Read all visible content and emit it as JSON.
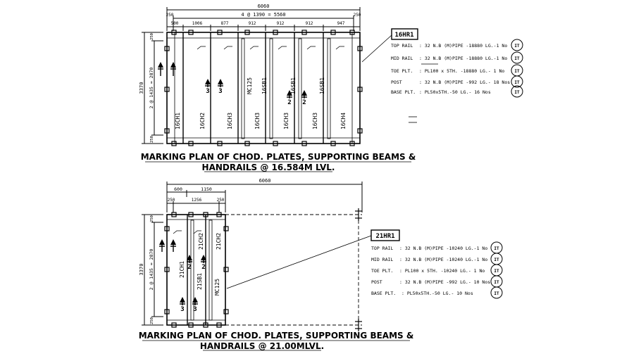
{
  "plan1": {
    "title_line1": "MARKING PLAN OF CHOD. PLATES, SUPPORTING BEAMS &",
    "title_line2": "HANDRAILS @ 16.584M LVL.",
    "dim_overall": "6060",
    "dim_spacing": "4 @ 1390 = 5560",
    "dim_left": "250",
    "dim_right": "250",
    "bay_dims": [
      "500",
      "1006",
      "877",
      "912",
      "912",
      "912",
      "947"
    ],
    "dim_height": "3370",
    "dim_height_inner": "2 @ 1435 = 2870",
    "dim_top_small": "250",
    "dim_bot_small": "250",
    "panel_labels": [
      "16CH1",
      "16CH2",
      "16CH3",
      "16CH3",
      "16CH3",
      "16CH3",
      "16CH4"
    ],
    "beam_labels": [
      "MC125",
      "16SB1",
      "16SB1",
      "16SB1"
    ],
    "section_marks": [
      "3",
      "3",
      "2",
      "2"
    ],
    "tag": "16HR1",
    "spec_rows": [
      {
        "label": "TOP RAIL",
        "text": ": 32 N.B (M)PIPE -18880 LG.-1 No",
        "badge": "IT"
      },
      {
        "label": "MID RAIL",
        "text": ": 32 N.B (M)PIPE -18880 LG.-1 No",
        "badge": "IT"
      },
      {
        "label": "TOE PLT.",
        "text": ": PL100 x 5TH. -18880 LG.- 1 No",
        "badge": "IT"
      },
      {
        "label": "POST",
        "text": ": 32 N.B (M)PIPE -992 LG.- 18 Nos",
        "badge": "IT"
      },
      {
        "label": "BASE PLT.",
        "text": ": PL50x5TH.-50 LG.- 16 Nos",
        "badge": "IT"
      }
    ]
  },
  "plan2": {
    "title_line1": "MARKING PLAN OF CHOD. PLATES, SUPPORTING BEAMS &",
    "title_line2": "HANDRAILS @ 21.00MLVL.",
    "dim_overall": "6060",
    "dim_a": "600",
    "dim_b": "1150",
    "dim_left": "250",
    "dim_mid": "1256",
    "dim_right": "250",
    "dim_height": "3370",
    "dim_height_inner": "2 @ 1435 = 2870",
    "dim_top_small": "250",
    "dim_bot_small": "250",
    "panel_labels": [
      "21CH1",
      "21CH2",
      "21CH2"
    ],
    "beam_labels": [
      "21SB1",
      "MC125"
    ],
    "section_marks": [
      "2",
      "2",
      "3",
      "3"
    ],
    "tag": "21HR1",
    "spec_rows": [
      {
        "label": "TOP RAIL",
        "text": ": 32 N.B (M)PIPE -10240 LG.-1 No",
        "badge": "IT"
      },
      {
        "label": "MID RAIL",
        "text": ": 32 N.B (M)PIPE -10240 LG.-1 No",
        "badge": "IT"
      },
      {
        "label": "TOE PLT.",
        "text": ": PL100 x 5TH. -10240 LG.- 1 No",
        "badge": "IT"
      },
      {
        "label": "POST",
        "text": ": 32 N.B (M)PIPE -992 LG.- 10 Nos",
        "badge": "IT"
      },
      {
        "label": "BASE PLT.",
        "text": ": PL50x5TH.-50 LG.- 10 Nos",
        "badge": "IT"
      }
    ]
  }
}
